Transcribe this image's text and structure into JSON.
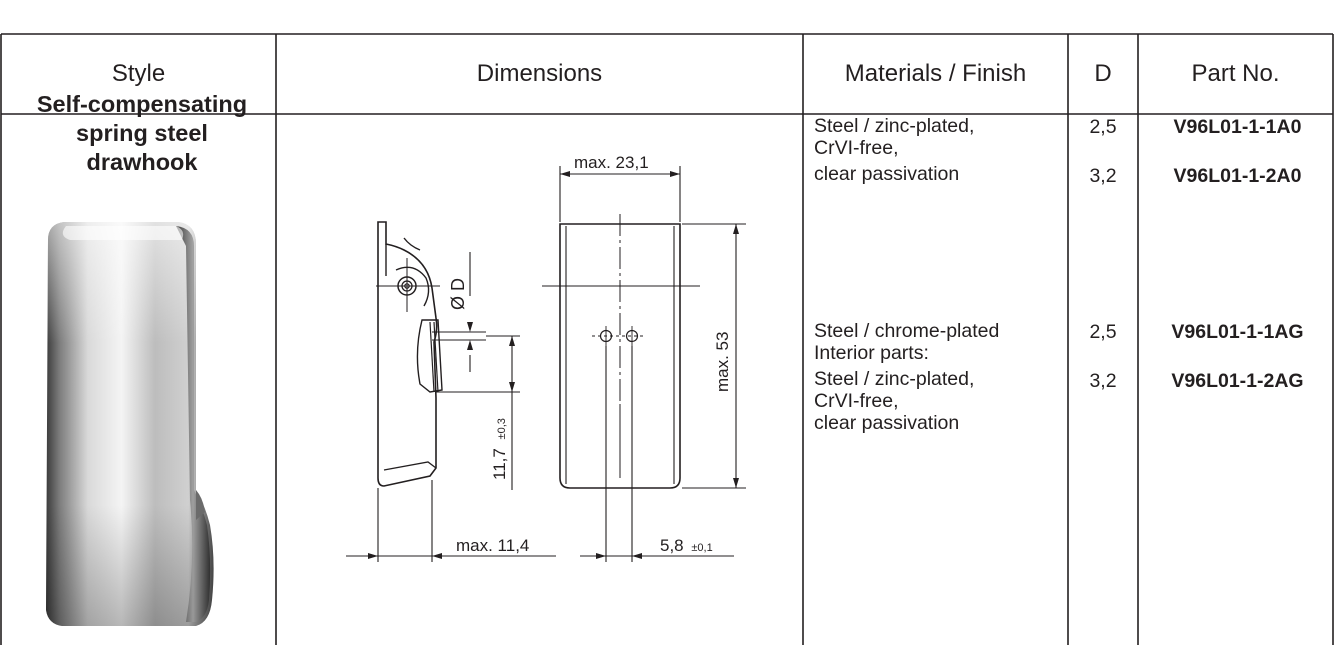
{
  "header": {
    "style": "Style",
    "dimensions": "Dimensions",
    "materials": "Materials / Finish",
    "d": "D",
    "part_no": "Part No."
  },
  "style": {
    "title_lines": [
      "Self-compensating",
      "spring steel",
      "drawhook"
    ]
  },
  "materials": {
    "group1": [
      "Steel / zinc-plated,",
      "CrVI-free,",
      "clear passivation"
    ],
    "group2": [
      "Steel / chrome-plated",
      "Interior parts:",
      "Steel / zinc-plated,",
      "CrVI-free,",
      "clear passivation"
    ]
  },
  "rows": [
    {
      "d": "2,5",
      "part_no": "V96L01-1-1A0"
    },
    {
      "d": "3,2",
      "part_no": "V96L01-1-2A0"
    },
    {
      "d": "2,5",
      "part_no": "V96L01-1-1AG"
    },
    {
      "d": "3,2",
      "part_no": "V96L01-1-2AG"
    }
  ],
  "dimensions": {
    "width_max": "max. 23,1",
    "height_max": "max. 53",
    "diameter": "Ø D",
    "hole_distance": "11,7",
    "hole_distance_tol": "±0,3",
    "depth_max": "max. 11,4",
    "offset": "5,8",
    "offset_tol": "±0,1"
  },
  "colors": {
    "line": "#231f20",
    "background": "#ffffff"
  }
}
